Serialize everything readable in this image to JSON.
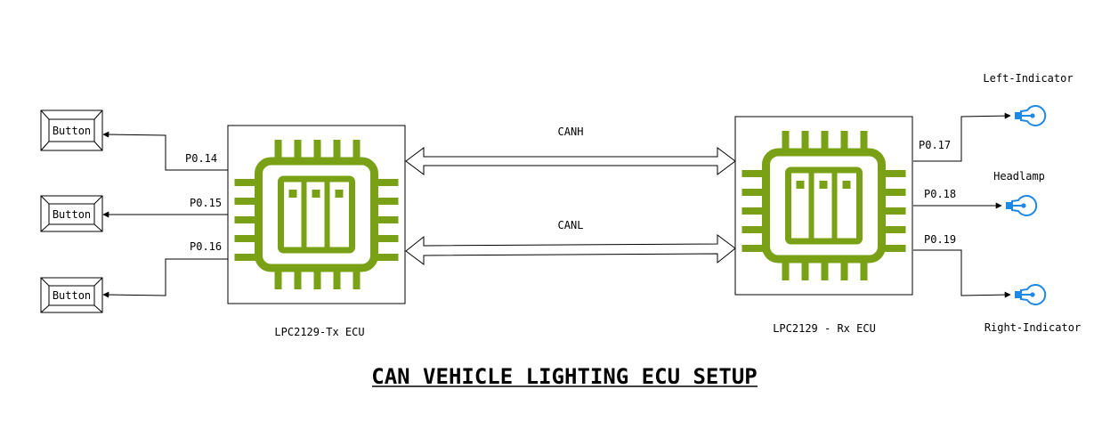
{
  "title": "CAN VEHICLE LIGHTING ECU SETUP",
  "colors": {
    "chip": "#7aa116",
    "bulb": "#1e88e5",
    "line": "#000000"
  },
  "buttons": [
    {
      "label": "Button",
      "pin": "P0.14"
    },
    {
      "label": "Button",
      "pin": "P0.15"
    },
    {
      "label": "Button",
      "pin": "P0.16"
    }
  ],
  "tx_ecu": {
    "label": "LPC2129-Tx ECU",
    "icon": "microcontroller-chip-icon"
  },
  "rx_ecu": {
    "label": "LPC2129 - Rx ECU",
    "icon": "microcontroller-chip-icon"
  },
  "bus": {
    "canh": "CANH",
    "canl": "CANL"
  },
  "outputs": [
    {
      "label": "Left-Indicator",
      "pin": "P0.17",
      "icon": "light-bulb-icon"
    },
    {
      "label": "Headlamp",
      "pin": "P0.18",
      "icon": "light-bulb-icon"
    },
    {
      "label": "Right-Indicator",
      "pin": "P0.19",
      "icon": "light-bulb-icon"
    }
  ]
}
